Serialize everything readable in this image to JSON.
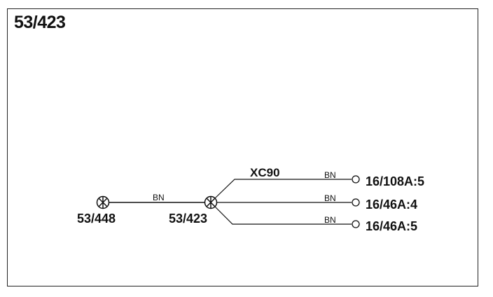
{
  "title": "53/423",
  "ground_points": [
    {
      "id": "53/448"
    },
    {
      "id": "53/423"
    }
  ],
  "links": [
    {
      "wire_color": "BN"
    }
  ],
  "branch_variant": "XC90",
  "branches": [
    {
      "wire_color": "BN",
      "terminal": "16/108A:5"
    },
    {
      "wire_color": "BN",
      "terminal": "16/46A:4"
    },
    {
      "wire_color": "BN",
      "terminal": "16/46A:5"
    }
  ]
}
